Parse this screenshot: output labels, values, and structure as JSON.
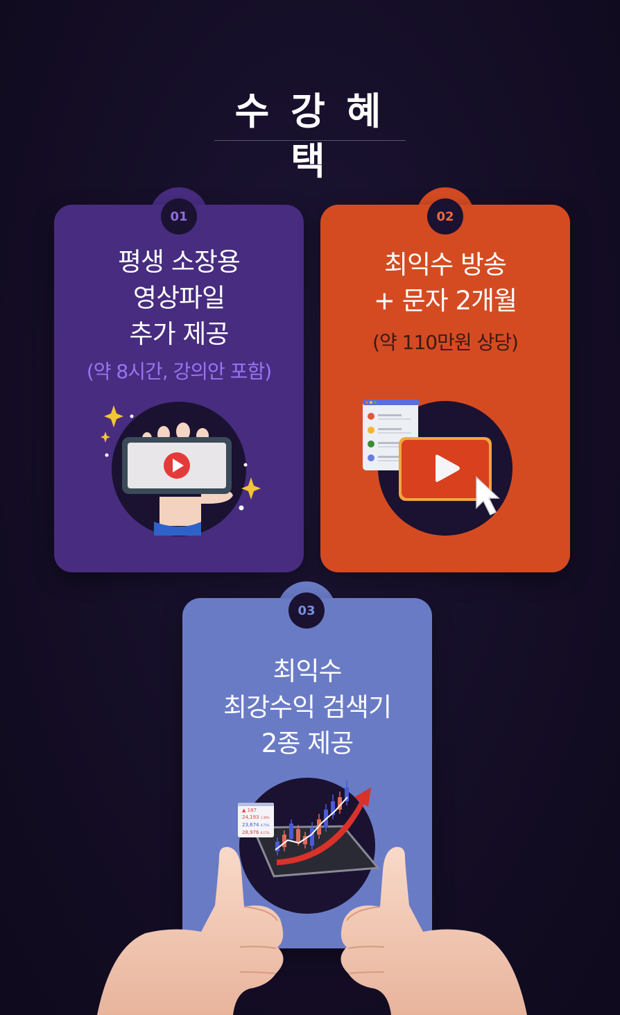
{
  "title": "수 강 혜 택",
  "cards": [
    {
      "number": "01",
      "headline": [
        "평생 소장용",
        "영상파일",
        "추가 제공"
      ],
      "sub": "(약 8시간, 강의안 포함)",
      "color": "#472c80",
      "sub_color": "#9a74f2",
      "number_color": "#8f6be0",
      "illustration": "hand-holding-phone-video-icon"
    },
    {
      "number": "02",
      "headline": [
        "최익수 방송",
        "+ 문자 2개월"
      ],
      "sub": "(약 110만원 상당)",
      "color": "#d44b22",
      "sub_color": "#3a1a14",
      "number_color": "#ef6a3a",
      "illustration": "video-play-cursor-icon"
    },
    {
      "number": "03",
      "headline": [
        "최익수",
        "최강수익 검색기",
        "2종 제공"
      ],
      "color": "#6a7bc6",
      "number_color": "#7b8ee0",
      "illustration": "stock-chart-thumbs-up-icon",
      "ticker": [
        "▲ 187",
        "24,193",
        "23,674",
        "28,976"
      ],
      "ticker_pct": [
        "1.36%",
        "0.75%",
        "6.17%"
      ]
    }
  ]
}
